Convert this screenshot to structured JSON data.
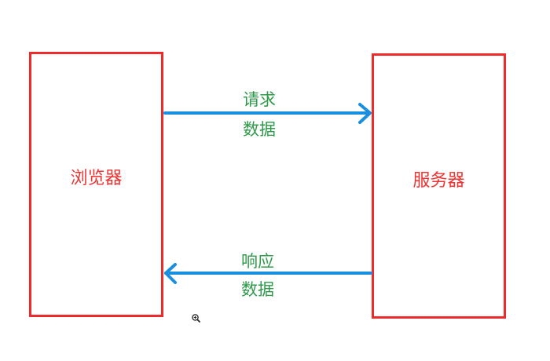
{
  "diagram": {
    "nodes": [
      {
        "id": "browser",
        "label": "浏览器"
      },
      {
        "id": "server",
        "label": "服务器"
      }
    ],
    "edges": [
      {
        "from": "browser",
        "to": "server",
        "label_top": "请求",
        "label_bottom": "数据"
      },
      {
        "from": "server",
        "to": "browser",
        "label_top": "响应",
        "label_bottom": "数据"
      }
    ]
  },
  "colors": {
    "box_border": "#ee2a2a",
    "box_text": "#ee3333",
    "arrow": "#1a8fe0",
    "edge_text": "#2e9a4a"
  },
  "cursor": {
    "icon": "zoom-in-cursor-icon"
  }
}
